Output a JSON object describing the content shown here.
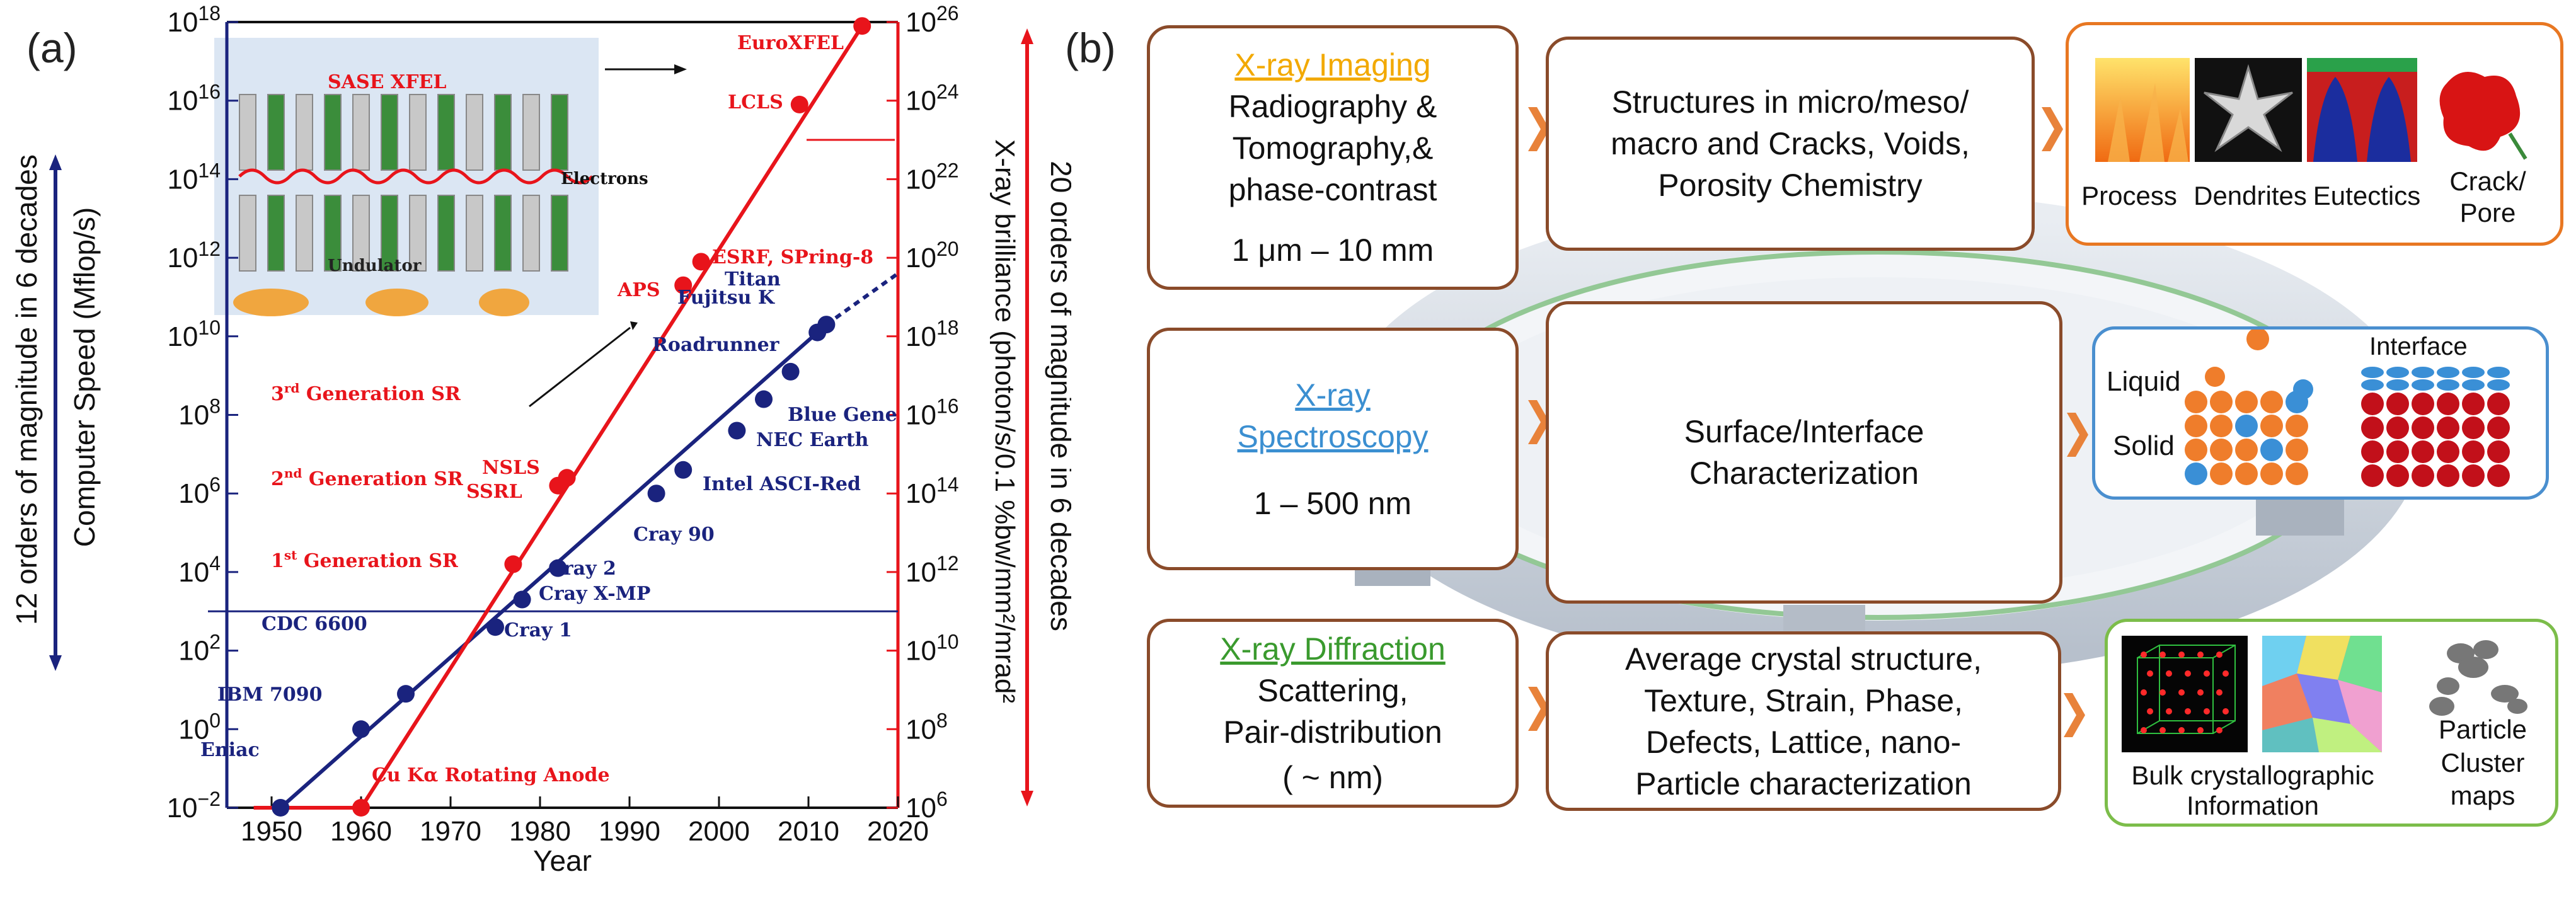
{
  "panel_labels": {
    "a": "(a)",
    "b": "(b)"
  },
  "chart_data": {
    "type": "scatter",
    "xlabel": "Year",
    "ylabel": "Computer Speed (Mflop/s)",
    "y2label": "X-ray brilliance (photon/s/0.1 %bw/mm²/mrad²",
    "xlim": [
      1945,
      2020
    ],
    "ylim_exp": [
      -2,
      18
    ],
    "y2lim_exp": [
      6,
      26
    ],
    "xticks": [
      "1950",
      "1960",
      "1970",
      "1980",
      "1990",
      "2000",
      "2010",
      "2020"
    ],
    "yticks": [
      {
        "base": "10",
        "exp": "18"
      },
      {
        "base": "10",
        "exp": "16"
      },
      {
        "base": "10",
        "exp": "14"
      },
      {
        "base": "10",
        "exp": "12"
      },
      {
        "base": "10",
        "exp": "10"
      },
      {
        "base": "10",
        "exp": "8"
      },
      {
        "base": "10",
        "exp": "6"
      },
      {
        "base": "10",
        "exp": "4"
      },
      {
        "base": "10",
        "exp": "2"
      },
      {
        "base": "10",
        "exp": "0"
      },
      {
        "base": "10",
        "exp": "−2"
      }
    ],
    "y2ticks": [
      {
        "base": "10",
        "exp": "26"
      },
      {
        "base": "10",
        "exp": "24"
      },
      {
        "base": "10",
        "exp": "22"
      },
      {
        "base": "10",
        "exp": "20"
      },
      {
        "base": "10",
        "exp": "18"
      },
      {
        "base": "10",
        "exp": "16"
      },
      {
        "base": "10",
        "exp": "14"
      },
      {
        "base": "10",
        "exp": "12"
      },
      {
        "base": "10",
        "exp": "10"
      },
      {
        "base": "10",
        "exp": "8"
      },
      {
        "base": "10",
        "exp": "6"
      }
    ],
    "left_annotation": "12 orders of magnitude in 6 decades",
    "right_annotation": "20 orders of magnitude in 6 decades",
    "computers": {
      "color": "#1a237e",
      "points": [
        {
          "x": 1951,
          "logy": -2,
          "label": "Eniac"
        },
        {
          "x": 1960,
          "logy": 0,
          "label": "IBM 7090"
        },
        {
          "x": 1965,
          "logy": 0.9,
          "label": "CDC 6600"
        },
        {
          "x": 1975,
          "logy": 2.6,
          "label": "Cray 1"
        },
        {
          "x": 1978,
          "logy": 3.3,
          "label": "Cray X-MP"
        },
        {
          "x": 1982,
          "logy": 4.1,
          "label": "Cray 2"
        },
        {
          "x": 1993,
          "logy": 6.0,
          "label": "Cray 90"
        },
        {
          "x": 1996,
          "logy": 6.6,
          "label": "Intel ASCI-Red"
        },
        {
          "x": 2002,
          "logy": 7.6,
          "label": "NEC Earth"
        },
        {
          "x": 2005,
          "logy": 8.4,
          "label": "Blue Gene"
        },
        {
          "x": 2008,
          "logy": 9.1,
          "label": "Roadrunner"
        },
        {
          "x": 2011,
          "logy": 10.1,
          "label": "Fujitsu K"
        },
        {
          "x": 2012,
          "logy": 10.3,
          "label": "Titan"
        }
      ]
    },
    "xray": {
      "color": "#e8141b",
      "points": [
        {
          "x": 1960,
          "logy": 6.0,
          "label": "Cu Kα Rotating Anode"
        },
        {
          "x": 1977,
          "logy": 12.2,
          "label": ""
        },
        {
          "x": 1982,
          "logy": 14.2,
          "label": "NSLS"
        },
        {
          "x": 1983,
          "logy": 14.4,
          "label": "SSRL"
        },
        {
          "x": 1996,
          "logy": 19.3,
          "label": "APS"
        },
        {
          "x": 1998,
          "logy": 19.9,
          "label": "ESRF, SPring-8"
        },
        {
          "x": 2009,
          "logy": 23.9,
          "label": "LCLS"
        },
        {
          "x": 2016,
          "logy": 25.9,
          "label": "EuroXFEL"
        }
      ]
    },
    "generations": [
      {
        "text": "1",
        "sup": "st",
        "rest": " Generation SR"
      },
      {
        "text": "2",
        "sup": "nd",
        "rest": " Generation SR"
      },
      {
        "text": "3",
        "sup": "rd",
        "rest": " Generation SR"
      }
    ],
    "inset": {
      "title": "SASE  XFEL",
      "electrons": "Electrons",
      "undulator": "Undulator"
    }
  },
  "panel_b": {
    "rows": [
      {
        "title": "X-ray Imaging",
        "title_color": "#f2a900",
        "lines": [
          "Radiography &",
          "Tomography,&",
          "phase-contrast",
          "",
          "1 μm – 10 mm"
        ],
        "middle": [
          "Structures in micro/meso/",
          "macro and Cracks, Voids,",
          "Porosity Chemistry"
        ],
        "image_border": "#e87722",
        "captions": [
          "Process",
          "Dendrites",
          "Eutectics",
          "Crack/",
          "Pore"
        ]
      },
      {
        "title": "X-ray",
        "title2": "Spectroscopy",
        "title_color": "#3b8fd1",
        "lines": [
          "",
          "1 – 500 nm"
        ],
        "middle": [
          "Surface/Interface",
          "Characterization"
        ],
        "image_border": "#4a8fcf",
        "captions": [
          "Liquid",
          "Solid",
          "Interface"
        ]
      },
      {
        "title": "X-ray Diffraction",
        "title_color": "#3a9a2e",
        "lines": [
          "Scattering,",
          "Pair-distribution",
          "",
          "( ~ nm)"
        ],
        "middle": [
          "Average crystal structure,",
          "Texture, Strain, Phase,",
          "Defects, Lattice, nano-",
          "Particle characterization"
        ],
        "image_border": "#7cbd4a",
        "captions": [
          "Bulk crystallographic",
          "Information",
          "Particle",
          "Cluster",
          "maps"
        ]
      }
    ],
    "accent_colors": {
      "brown": "#8a4b2a",
      "chevron": "#e8823a"
    }
  }
}
